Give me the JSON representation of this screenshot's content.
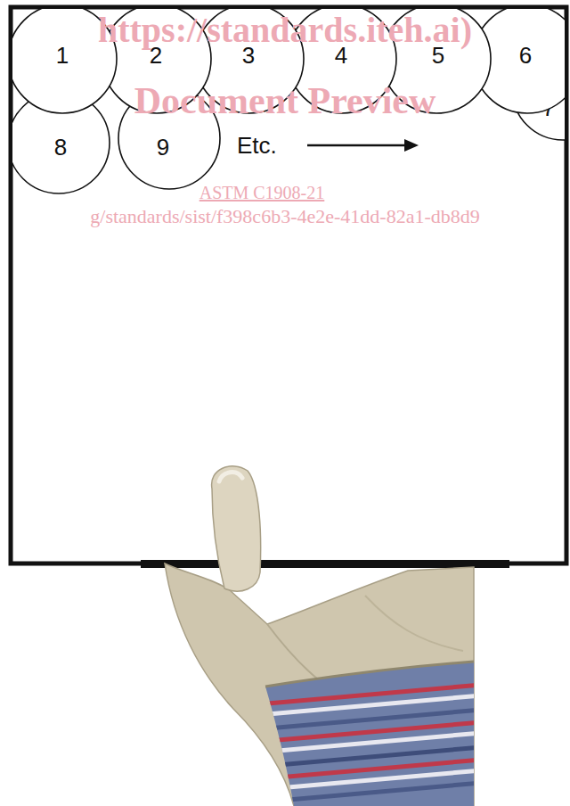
{
  "diagram": {
    "nodes": [
      {
        "text": [
          "1"
        ]
      },
      {
        "text": [
          "2"
        ]
      },
      {
        "text": [
          "3"
        ]
      },
      {
        "text": [
          "4"
        ]
      },
      {
        "text": [
          "5"
        ]
      },
      {
        "text": [
          "6"
        ]
      },
      {
        "text": [
          "7"
        ]
      },
      {
        "text": [
          "8"
        ]
      },
      {
        "text": [
          "9"
        ]
      }
    ],
    "labels": [
      "https://standards.iteh.ai)",
      "Document Preview",
      "Etc.",
      "ASTM C1908-21",
      "g/standards/sist/f398c6b3-4e2e-41dd-82a1-db8d9"
    ]
  }
}
